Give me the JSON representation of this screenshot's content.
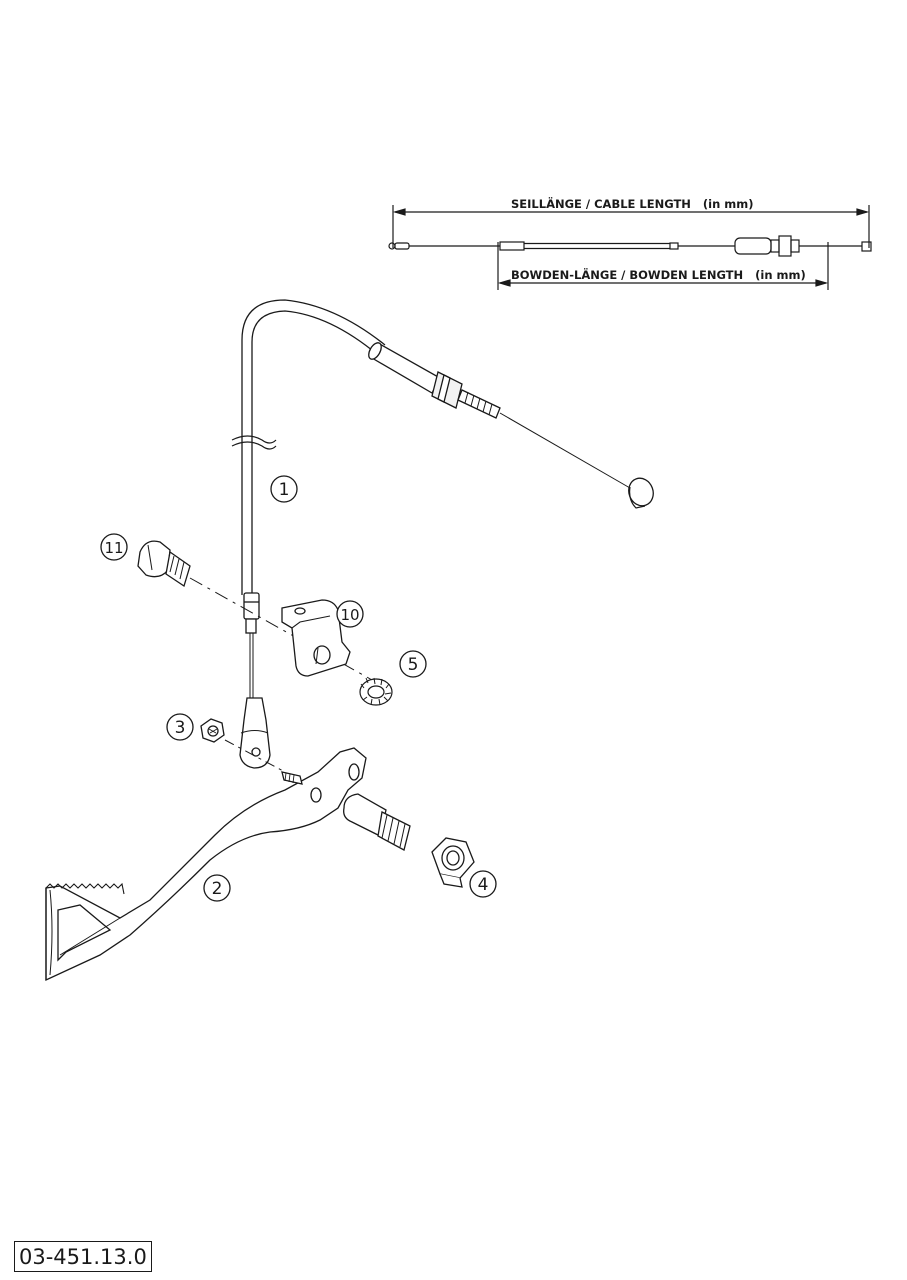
{
  "dimensions": {
    "cable_length_label": "SEILLÄNGE / CABLE LENGTH   (in mm)",
    "bowden_length_label": "BOWDEN-LÄNGE / BOWDEN LENGTH   (in mm)"
  },
  "callouts": [
    {
      "id": "1",
      "part": "cable"
    },
    {
      "id": "2",
      "part": "brake-pedal"
    },
    {
      "id": "3",
      "part": "nut"
    },
    {
      "id": "4",
      "part": "collar-nut"
    },
    {
      "id": "5",
      "part": "lock-washer"
    },
    {
      "id": "10",
      "part": "cable-bracket"
    },
    {
      "id": "11",
      "part": "bolt"
    }
  ],
  "drawing_number": "03-451.13.0"
}
